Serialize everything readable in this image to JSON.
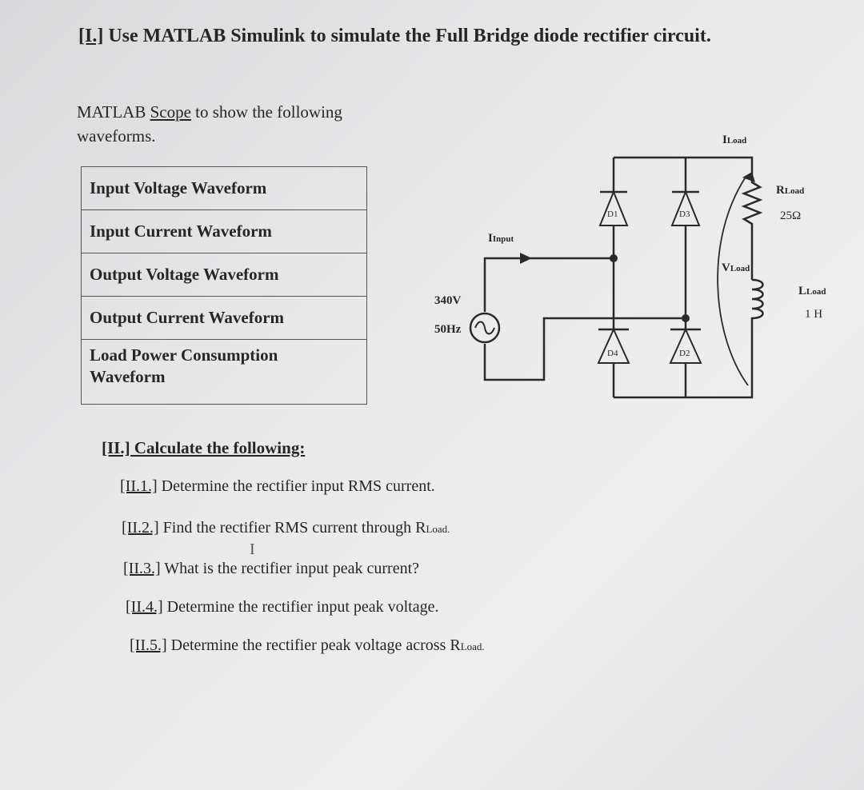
{
  "part1": {
    "number": "[I.]",
    "text": " Use MATLAB Simulink to simulate the Full Bridge diode rectifier circuit."
  },
  "scope": {
    "prefix": "MATLAB ",
    "link": "Scope",
    "suffix": " to show the following",
    "line2": "waveforms."
  },
  "waveforms": [
    "Input Voltage Waveform",
    "Input Current Waveform",
    "Output Voltage Waveform",
    "Output Current Waveform",
    "Load Power Consumption Waveform"
  ],
  "circuit": {
    "source_voltage": "340V",
    "source_freq": "50Hz",
    "i_input_main": "I",
    "i_input_sub": "Input",
    "i_load_main": "I",
    "i_load_sub": "Load",
    "v_load_main": "V",
    "v_load_sub": "Load",
    "r_load_main": "R",
    "r_load_sub": "Load",
    "r_value": "25Ω",
    "l_load_main": "L",
    "l_load_sub": "Load",
    "l_value": "1 H",
    "diodes": [
      "D1",
      "D3",
      "D4",
      "D2"
    ]
  },
  "part2": {
    "title": "[II.]  Calculate the following:",
    "items": [
      {
        "num": "[II.1.]",
        "text": " Determine the rectifier input RMS current."
      },
      {
        "num": "[II.2.]",
        "text": " Find the rectifier RMS current through R",
        "sub": "Load."
      },
      {
        "num": "[II.3.]",
        "text": " What is the rectifier input peak current?"
      },
      {
        "num": "[II.4.]",
        "text": " Determine the rectifier input peak voltage."
      },
      {
        "num": "[II.5.]",
        "text": " Determine the rectifier peak voltage across R",
        "sub": "Load."
      }
    ]
  }
}
